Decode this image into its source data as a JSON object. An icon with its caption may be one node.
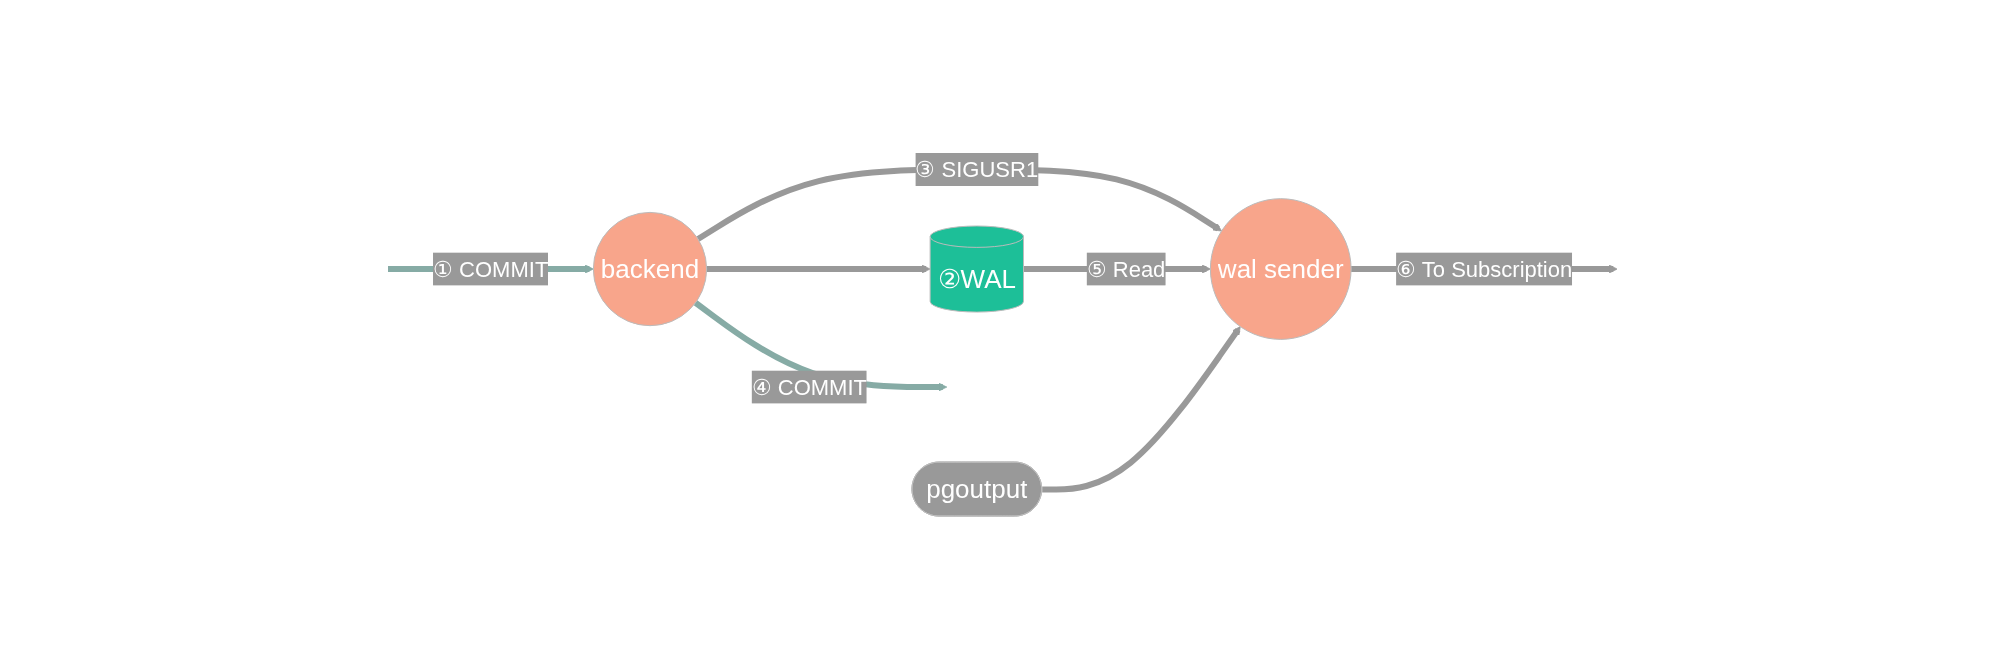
{
  "diagram": {
    "nodes": [
      {
        "text": [
          "backend"
        ]
      },
      {
        "text": [
          "wal sender"
        ]
      },
      {
        "text": [
          "②WAL"
        ]
      },
      {
        "text": [
          "pgoutput"
        ]
      }
    ],
    "edges": [
      {
        "from": null,
        "to": 0,
        "arrow": "to",
        "label": "① COMMIT",
        "color": "#86aba5"
      },
      {
        "from": 0,
        "to": null,
        "arrow": "to",
        "label": "④ COMMIT",
        "color": "#86aba5"
      },
      {
        "from": 0,
        "to": 1,
        "arrow": "to",
        "label": "③ SIGUSR1"
      },
      {
        "from": 0,
        "to": 2,
        "arrow": "to"
      },
      {
        "from": 2,
        "to": 1,
        "arrow": "to",
        "label": "⑤ Read"
      },
      {
        "from": 1,
        "to": null,
        "arrow": "to",
        "label": "⑥ To Subscription"
      },
      {
        "from": 3,
        "to": 1,
        "arrow": "to"
      }
    ]
  }
}
